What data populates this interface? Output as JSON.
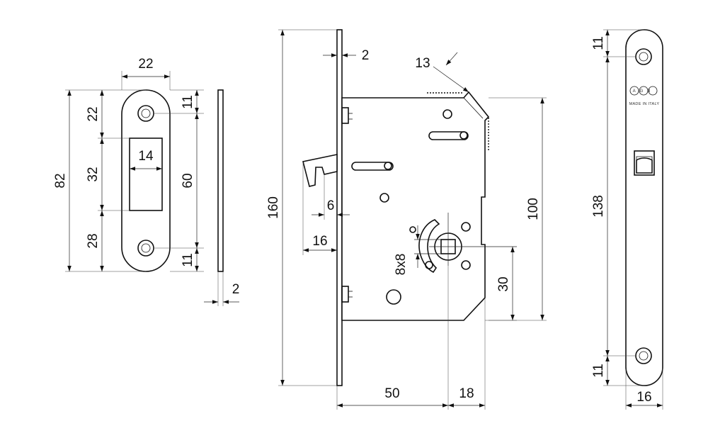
{
  "strike_plate": {
    "width_label": "22",
    "height_label": "82",
    "top_segment_label": "22",
    "middle_segment_label": "32",
    "bottom_segment_label": "28",
    "opening_width_label": "14",
    "hole_spacing_label": "60",
    "hole_offset_top_label": "11",
    "hole_offset_bottom_label": "11",
    "thickness_label": "2"
  },
  "lock_body": {
    "faceplate_height_label": "160",
    "faceplate_thickness_label": "2",
    "latch_angle_label": "13",
    "body_height_label": "100",
    "latch_projection_label": "6",
    "hook_projection_label": "16",
    "spindle_label": "8x8",
    "spindle_offset_label": "30",
    "backset_label": "50",
    "spindle_to_edge_label": "18"
  },
  "faceplate": {
    "hole_offset_top_label": "11",
    "hole_spacing_label": "138",
    "hole_offset_bottom_label": "11",
    "width_label": "16",
    "brand_text": "AGB",
    "made_in_text": "MADE IN ITALY"
  }
}
